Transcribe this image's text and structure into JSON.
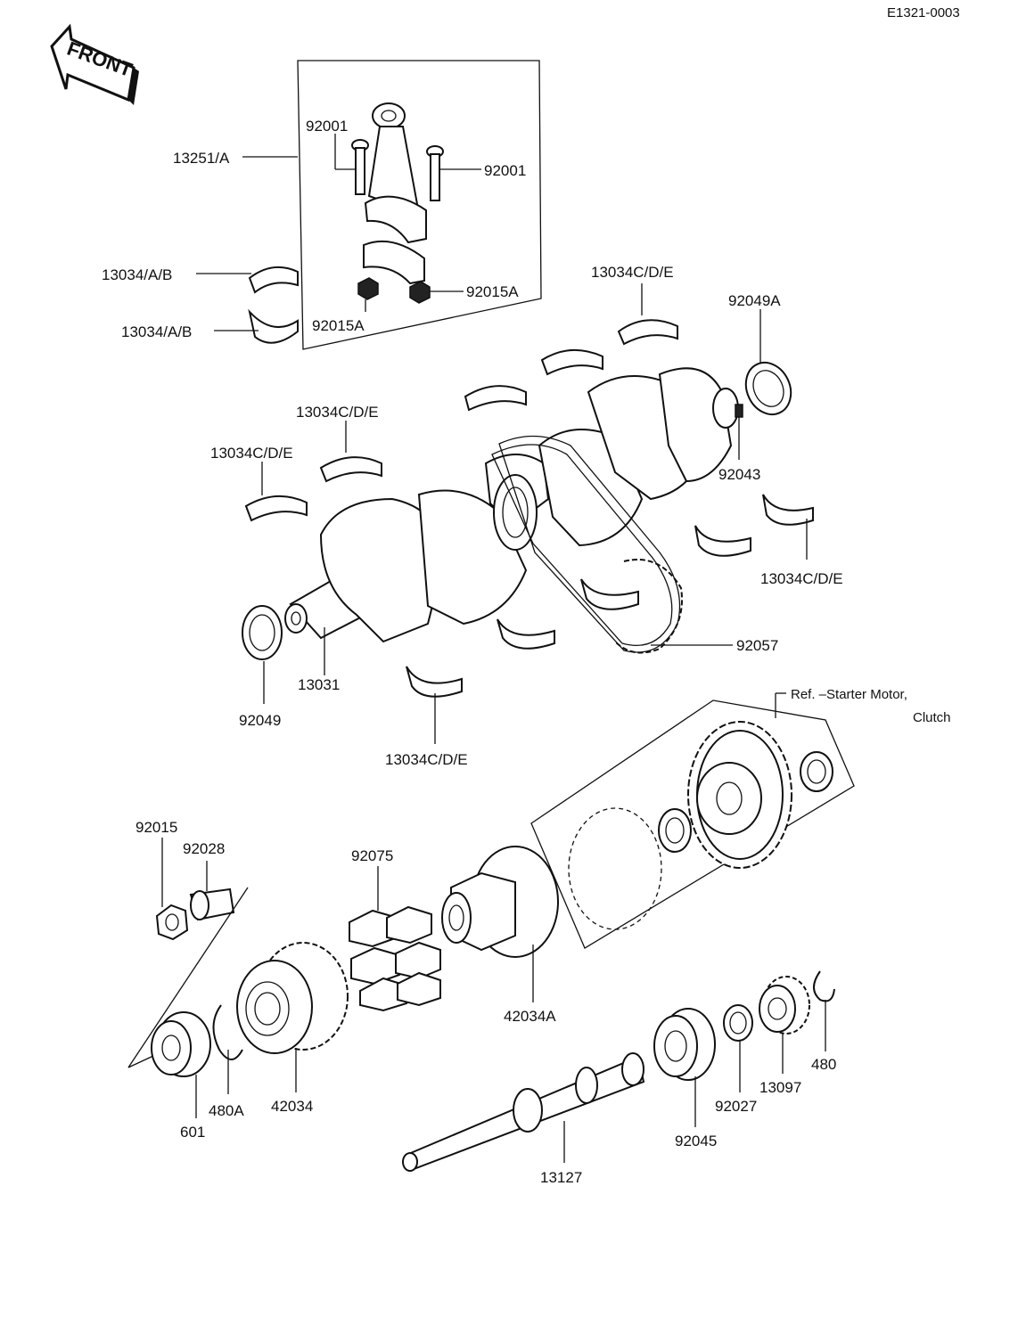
{
  "diagram": {
    "code": "E1321-0003",
    "front_label": "FRONT",
    "ref_note_line1": "Ref. –Starter Motor,",
    "ref_note_line2": "Clutch"
  },
  "parts": {
    "p13251": "13251/A",
    "p92001_left": "92001",
    "p92001_right": "92001",
    "p13034ab_top": "13034/A/B",
    "p13034ab_bottom": "13034/A/B",
    "p92015a_left": "92015A",
    "p92015a_right": "92015A",
    "p13034cde_top": "13034C/D/E",
    "p92049a": "92049A",
    "p13034cde_mid": "13034C/D/E",
    "p13034cde_left": "13034C/D/E",
    "p92043": "92043",
    "p13034cde_right": "13034C/D/E",
    "p92057": "92057",
    "p92049": "92049",
    "p13031": "13031",
    "p13034cde_bottom": "13034C/D/E",
    "p92015": "92015",
    "p92028": "92028",
    "p92075": "92075",
    "p42034a": "42034A",
    "p480": "480",
    "p13097": "13097",
    "p92027": "92027",
    "p92045": "92045",
    "p601": "601",
    "p480a": "480A",
    "p42034": "42034",
    "p13127": "13127"
  }
}
